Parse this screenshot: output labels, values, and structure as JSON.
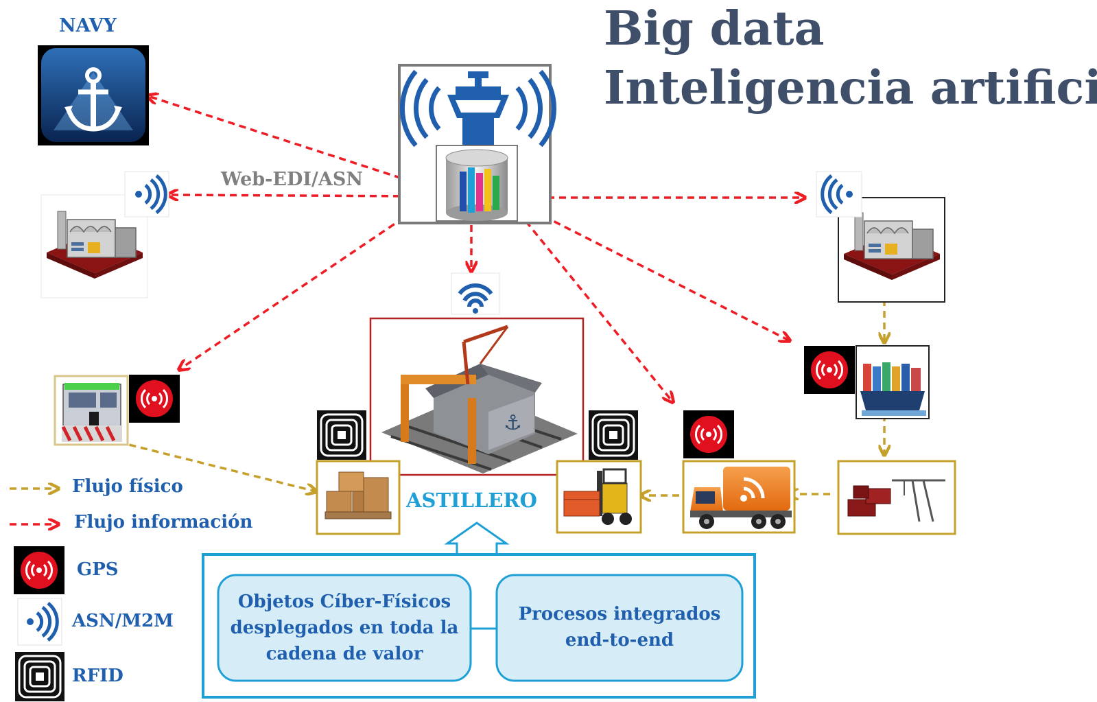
{
  "title": {
    "line1": "Big data",
    "line2": "Inteligencia artificial"
  },
  "nodes": {
    "navy_label": "NAVY",
    "edi_label": "Web-EDI/ASN",
    "shipyard_label": "ASTILLERO"
  },
  "legend": {
    "physical_flow": "Flujo físico",
    "info_flow": "Flujo información",
    "gps": "GPS",
    "asn": "ASN/M2M",
    "rfid": "RFID"
  },
  "cps_box": {
    "left_text": "Objetos Cíber-Físicos desplegados en toda la cadena de valor",
    "right_text": "Procesos integrados end-to-end"
  },
  "colors": {
    "title": "#3f4f69",
    "info_flow": "#ee1c24",
    "physical_flow": "#c5a02a",
    "gps": "#e0101e",
    "label_blue": "#1f5fae",
    "cyan": "#1ea0d6",
    "box_fill": "#d6edf8"
  }
}
